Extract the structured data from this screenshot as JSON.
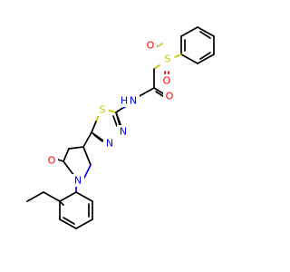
{
  "colors": {
    "carbon": "#000000",
    "sulfur": "#c8c800",
    "oxygen": "#ff0000",
    "nitrogen": "#0000ff"
  },
  "atoms": {
    "sulfonyl_s": "S",
    "sulfonyl_o_left": "O",
    "sulfonyl_o_bottom": "O",
    "amide_o": "O",
    "amide_n": "N",
    "amide_h": "H",
    "thiadiazole_s": "S",
    "thiadiazole_n1": "N",
    "thiadiazole_n2": "N",
    "lactam_o": "O",
    "lactam_n": "N"
  }
}
